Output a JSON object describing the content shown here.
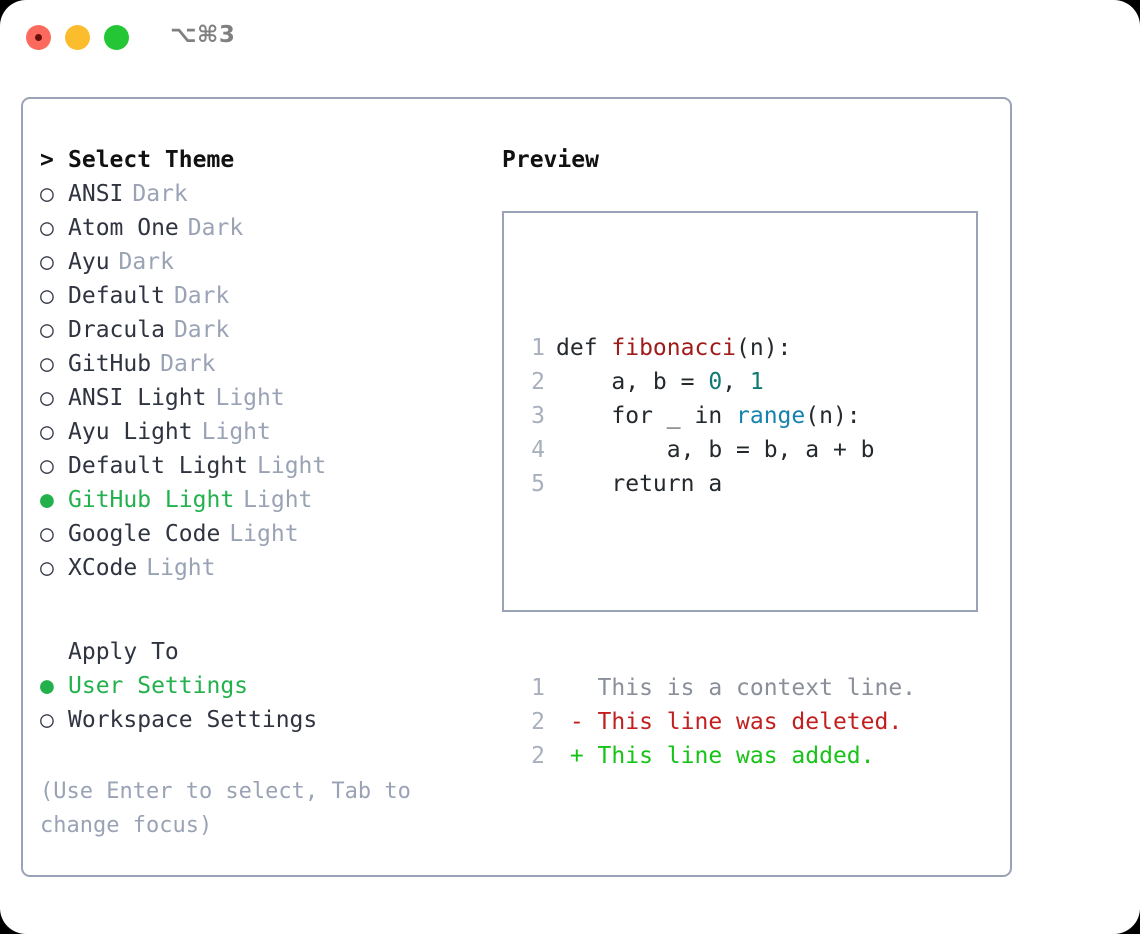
{
  "titlebar": {
    "shortcut": "⌥⌘3",
    "lights": [
      "close-light",
      "minimize-light",
      "maximize-light"
    ]
  },
  "left": {
    "header": {
      "caret": ">",
      "title": "Select Theme"
    },
    "bullet_empty": "○",
    "bullet_filled": "●",
    "themes": [
      {
        "name": "ANSI",
        "tag": "Dark",
        "selected": false
      },
      {
        "name": "Atom One",
        "tag": "Dark",
        "selected": false
      },
      {
        "name": "Ayu",
        "tag": "Dark",
        "selected": false
      },
      {
        "name": "Default",
        "tag": "Dark",
        "selected": false
      },
      {
        "name": "Dracula",
        "tag": "Dark",
        "selected": false
      },
      {
        "name": "GitHub",
        "tag": "Dark",
        "selected": false
      },
      {
        "name": "ANSI Light",
        "tag": "Light",
        "selected": false
      },
      {
        "name": "Ayu Light",
        "tag": "Light",
        "selected": false
      },
      {
        "name": "Default Light",
        "tag": "Light",
        "selected": false
      },
      {
        "name": "GitHub Light",
        "tag": "Light",
        "selected": true
      },
      {
        "name": "Google Code",
        "tag": "Light",
        "selected": false
      },
      {
        "name": "XCode",
        "tag": "Light",
        "selected": false
      }
    ],
    "apply_to": {
      "title": "Apply To",
      "options": [
        {
          "name": "User Settings",
          "selected": true
        },
        {
          "name": "Workspace Settings",
          "selected": false
        }
      ]
    },
    "hint": "(Use Enter to select, Tab to change focus)"
  },
  "right": {
    "title": "Preview",
    "code_lines": [
      {
        "no": "1",
        "parts": [
          {
            "t": "def ",
            "cls": "plain"
          },
          {
            "t": "fibonacci",
            "cls": "tok-fn"
          },
          {
            "t": "(n):",
            "cls": "plain"
          }
        ]
      },
      {
        "no": "2",
        "parts": [
          {
            "t": "    a, b = ",
            "cls": "plain"
          },
          {
            "t": "0",
            "cls": "tok-num"
          },
          {
            "t": ", ",
            "cls": "plain"
          },
          {
            "t": "1",
            "cls": "tok-num"
          }
        ]
      },
      {
        "no": "3",
        "parts": [
          {
            "t": "    for _ in ",
            "cls": "plain"
          },
          {
            "t": "range",
            "cls": "tok-call"
          },
          {
            "t": "(n):",
            "cls": "plain"
          }
        ]
      },
      {
        "no": "4",
        "parts": [
          {
            "t": "        a, b = b, a + b",
            "cls": "plain"
          }
        ]
      },
      {
        "no": "5",
        "parts": [
          {
            "t": "    return a",
            "cls": "plain"
          }
        ]
      }
    ],
    "diff_lines": [
      {
        "no": "1",
        "marker": " ",
        "text": " This is a context line.",
        "kind": "diff-ctx"
      },
      {
        "no": "2",
        "marker": "-",
        "text": " This line was deleted.",
        "kind": "diff-del"
      },
      {
        "no": "2",
        "marker": "+",
        "text": " This line was added.",
        "kind": "diff-add"
      }
    ]
  },
  "colors": {
    "accent_green": "#22b14c",
    "border": "#9aa3b5",
    "muted": "#9aa3b5",
    "code_fn": "#a01b1b",
    "code_num": "#0f7a72",
    "code_call": "#1581ad",
    "diff_add": "#18c318",
    "diff_del": "#c21f1f"
  }
}
